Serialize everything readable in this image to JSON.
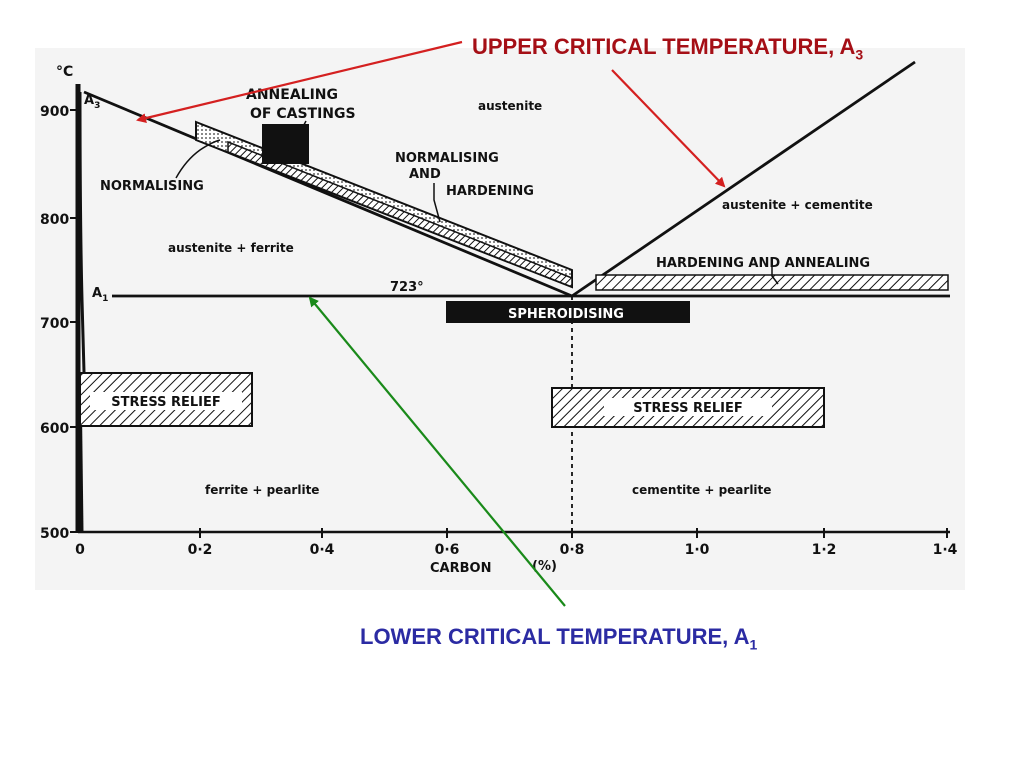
{
  "callouts": {
    "upper": {
      "text": "UPPER CRITICAL TEMPERATURE, A",
      "sub": "3",
      "color": "#a50f16"
    },
    "lower": {
      "text": "LOWER CRITICAL TEMPERATURE, A",
      "sub": "1",
      "color": "#2b2ba3"
    }
  },
  "axes": {
    "y_unit": "°C",
    "y_ticks": [
      "500",
      "600",
      "700",
      "800",
      "900"
    ],
    "x_ticks": [
      "0",
      "0·2",
      "0·4",
      "0·6",
      "0·8",
      "1·0",
      "1·2",
      "1·4"
    ],
    "x_label": "CARBON",
    "x_unit": "(%)"
  },
  "lines": {
    "a3_label": "A",
    "a3_sub": "3",
    "a1_label": "A",
    "a1_sub": "1",
    "eutectoid_temp": "723°"
  },
  "regions": {
    "austenite": "austenite",
    "austenite_ferrite": "austenite   +   ferrite",
    "austenite_cementite": "austenite  +  cementite",
    "ferrite_pearlite": "ferrite   +   pearlite",
    "cementite_pearlite": "cementite   +   pearlite"
  },
  "treatments": {
    "annealing_castings_1": "ANNEALING",
    "annealing_castings_2": "OF CASTINGS",
    "normalising": "NORMALISING",
    "normalising_hardening_1": "NORMALISING",
    "normalising_hardening_2": "AND",
    "normalising_hardening_3": "HARDENING",
    "hardening_annealing": "HARDENING AND ANNEALING",
    "spheroidising": "SPHEROIDISING",
    "stress_relief_left": "STRESS  RELIEF",
    "stress_relief_right": "STRESS  RELIEF"
  },
  "colors": {
    "upper_arrow": "#d42020",
    "lower_arrow": "#1a8a1a",
    "diagram_ink": "#111111",
    "diagram_background": "#f4f4f4"
  }
}
